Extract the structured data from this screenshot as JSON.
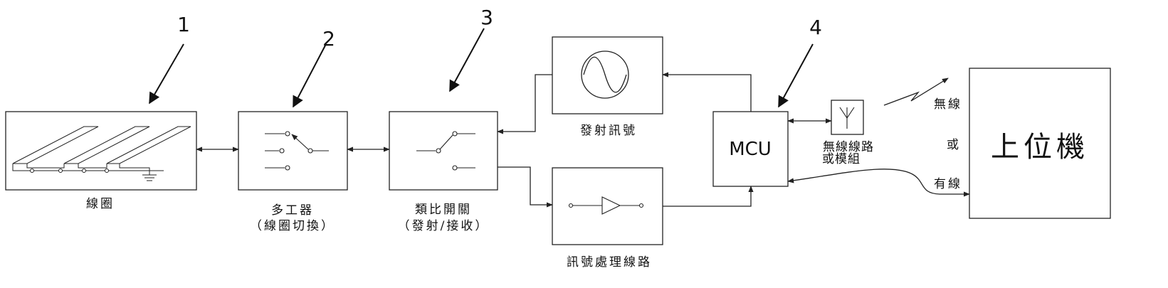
{
  "callouts": [
    "1",
    "2",
    "3",
    "4"
  ],
  "coil": {
    "label": "線圈"
  },
  "mux": {
    "label": "多工器",
    "sublabel": "（線圈切換）"
  },
  "analog_switch": {
    "label": "類比開關",
    "sublabel": "（發射/接收）"
  },
  "transmit": {
    "label": "發射訊號"
  },
  "processing": {
    "label": "訊號處理線路"
  },
  "mcu": {
    "label": "MCU"
  },
  "wireless": {
    "label_line1": "無線線路",
    "label_line2": "或模組"
  },
  "link": {
    "wireless": "無線",
    "or": "或",
    "wired": "有線"
  },
  "host": {
    "label": "上位機"
  },
  "colors": {
    "stroke": "#222222",
    "background": "#ffffff"
  }
}
